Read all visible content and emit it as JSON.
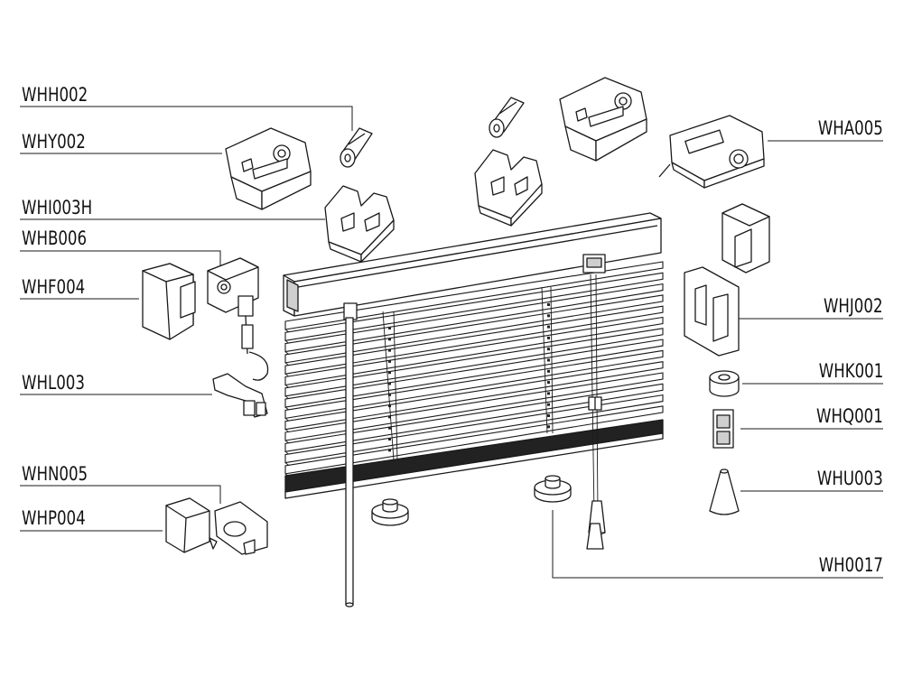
{
  "labels": {
    "WHH002": "WHH002",
    "WHY002": "WHY002",
    "WHI003H": "WHI003H",
    "WHB006": "WHB006",
    "WHF004": "WHF004",
    "WHL003": "WHL003",
    "WHN005": "WHN005",
    "WHP004": "WHP004",
    "WHA005": "WHA005",
    "WHJ002": "WHJ002",
    "WHK001": "WHK001",
    "WHQ001": "WHQ001",
    "WHU003": "WHU003",
    "WH0017": "WH0017"
  }
}
